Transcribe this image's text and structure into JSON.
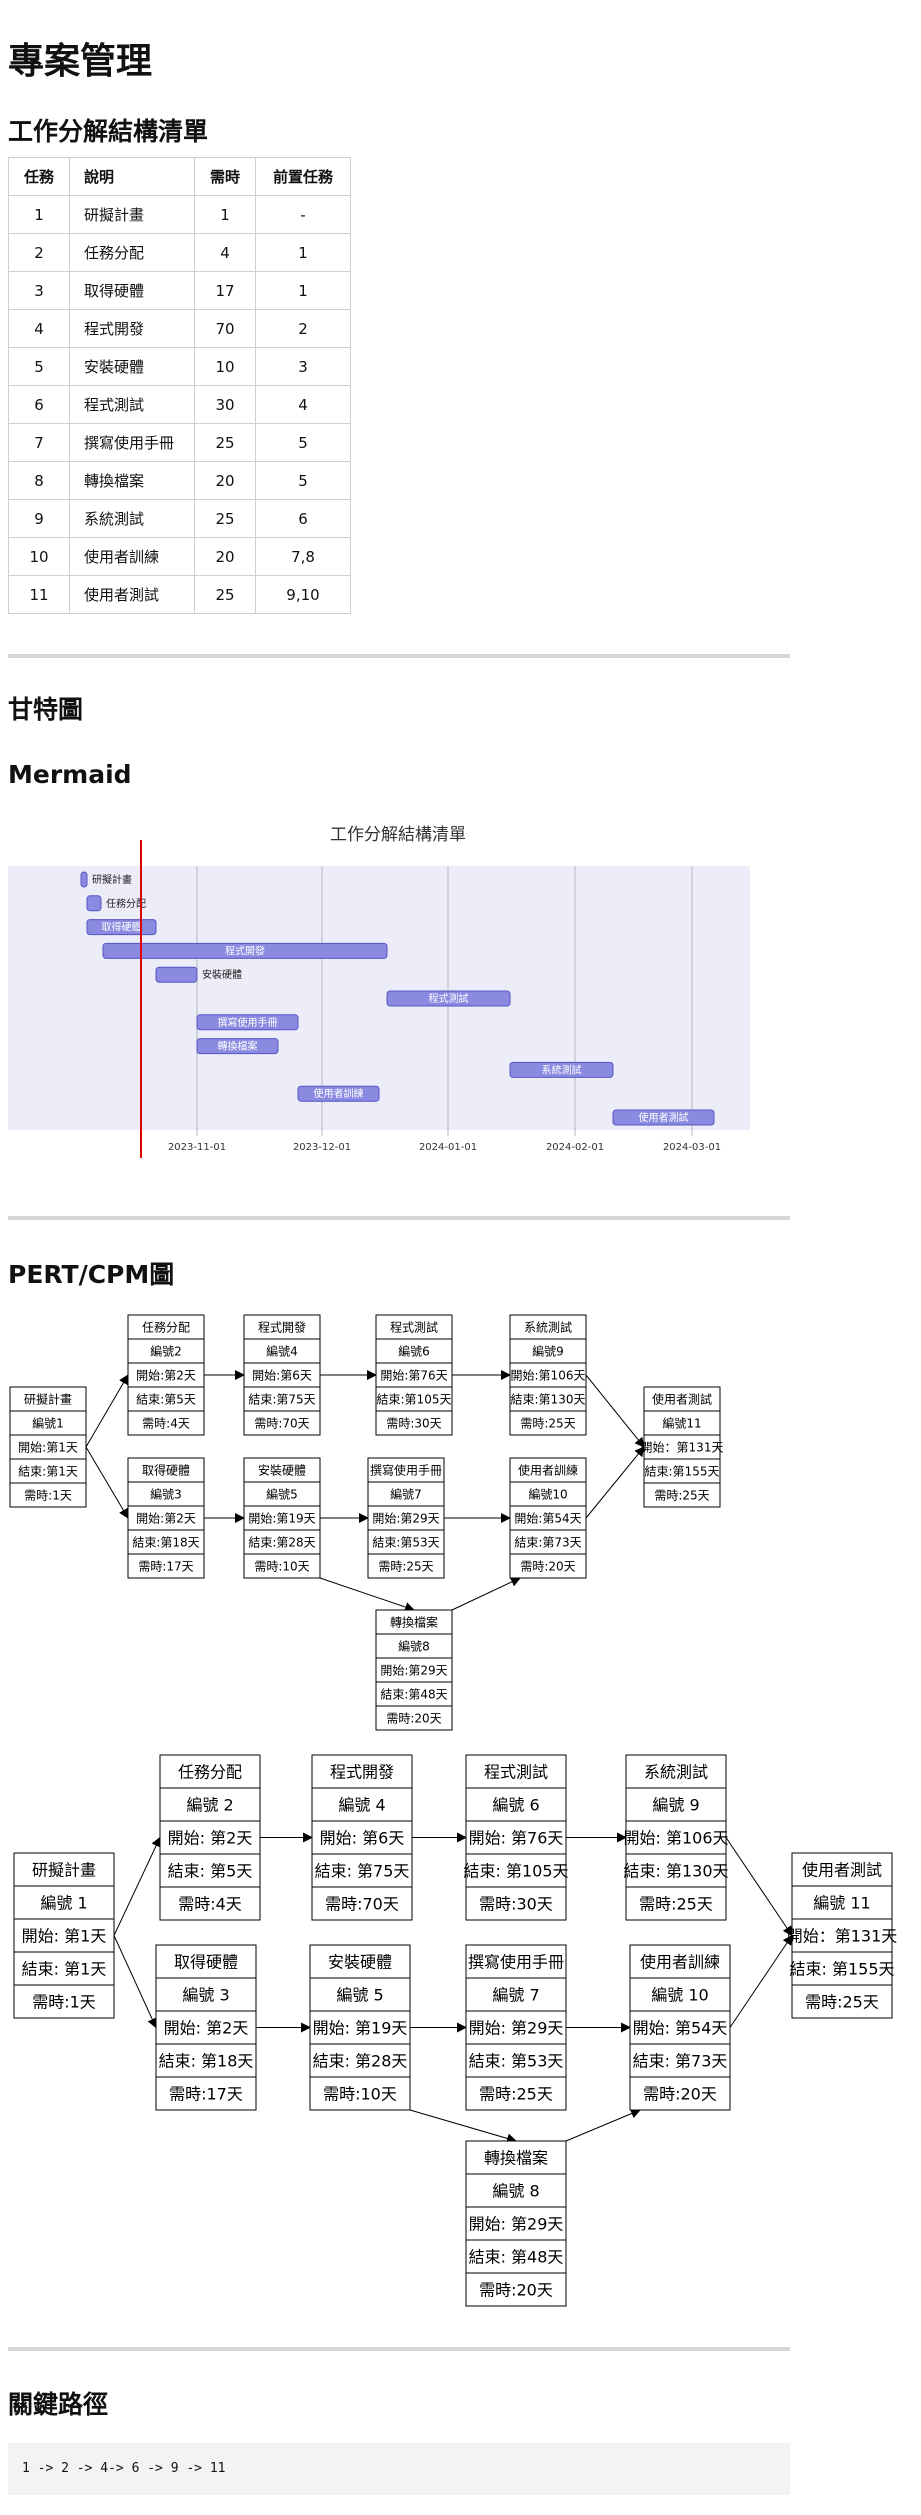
{
  "title": "專案管理",
  "wbs": {
    "heading": "工作分解結構清單",
    "columns": [
      "任務",
      "說明",
      "需時",
      "前置任務"
    ],
    "rows": [
      [
        "1",
        "研擬計畫",
        "1",
        "-"
      ],
      [
        "2",
        "任務分配",
        "4",
        "1"
      ],
      [
        "3",
        "取得硬體",
        "17",
        "1"
      ],
      [
        "4",
        "程式開發",
        "70",
        "2"
      ],
      [
        "5",
        "安裝硬體",
        "10",
        "3"
      ],
      [
        "6",
        "程式測試",
        "30",
        "4"
      ],
      [
        "7",
        "撰寫使用手冊",
        "25",
        "5"
      ],
      [
        "8",
        "轉換檔案",
        "20",
        "5"
      ],
      [
        "9",
        "系統測試",
        "25",
        "6"
      ],
      [
        "10",
        "使用者訓練",
        "20",
        "7,8"
      ],
      [
        "11",
        "使用者測試",
        "25",
        "9,10"
      ]
    ]
  },
  "gantt_heading": "甘特圖",
  "mermaid_heading": "Mermaid",
  "pert_heading": "PERT/CPM圖",
  "critical_heading": "關鍵路徑",
  "critical_path": "1 -> 2 -> 4-> 6 -> 9 -> 11",
  "colors": {
    "bar": "#8a8ae0",
    "bar_border": "#5555c4",
    "today_line": "#e00000",
    "gantt_bg": "#ededfa",
    "rule": "#d6d6d6"
  },
  "chart_data": {
    "type": "gantt",
    "title": "工作分解結構清單",
    "x_axis_ticks": [
      "2023-11-01",
      "2023-12-01",
      "2024-01-01",
      "2024-02-01",
      "2024-03-01"
    ],
    "tasks": [
      {
        "name": "研擬計畫",
        "row": 1,
        "label_inside": false
      },
      {
        "name": "任務分配",
        "row": 2,
        "label_inside": false
      },
      {
        "name": "取得硬體",
        "row": 3,
        "label_inside": true
      },
      {
        "name": "程式開發",
        "row": 4,
        "label_inside": true
      },
      {
        "name": "安裝硬體",
        "row": 5,
        "label_inside": false
      },
      {
        "name": "程式測試",
        "row": 6,
        "label_inside": true
      },
      {
        "name": "撰寫使用手冊",
        "row": 7,
        "label_inside": true
      },
      {
        "name": "轉換檔案",
        "row": 8,
        "label_inside": true
      },
      {
        "name": "系統測試",
        "row": 9,
        "label_inside": true
      },
      {
        "name": "使用者訓練",
        "row": 10,
        "label_inside": true
      },
      {
        "name": "使用者測試",
        "row": 11,
        "label_inside": true
      }
    ]
  },
  "pert_small": {
    "nodes": [
      {
        "id": 1,
        "lines": [
          "研擬計畫",
          "編號1",
          "開始:第1天",
          "結束:第1天",
          "需時:1天"
        ]
      },
      {
        "id": 2,
        "lines": [
          "任務分配",
          "編號2",
          "開始:第2天",
          "結束:第5天",
          "需時:4天"
        ]
      },
      {
        "id": 3,
        "lines": [
          "取得硬體",
          "編號3",
          "開始:第2天",
          "結束:第18天",
          "需時:17天"
        ]
      },
      {
        "id": 4,
        "lines": [
          "程式開發",
          "編號4",
          "開始:第6天",
          "結束:第75天",
          "需時:70天"
        ]
      },
      {
        "id": 5,
        "lines": [
          "安裝硬體",
          "編號5",
          "開始:第19天",
          "結束:第28天",
          "需時:10天"
        ]
      },
      {
        "id": 6,
        "lines": [
          "程式測試",
          "編號6",
          "開始:第76天",
          "結束:第105天",
          "需時:30天"
        ]
      },
      {
        "id": 7,
        "lines": [
          "撰寫使用手冊",
          "編號7",
          "開始:第29天",
          "結束:第53天",
          "需時:25天"
        ]
      },
      {
        "id": 8,
        "lines": [
          "轉換檔案",
          "編號8",
          "開始:第29天",
          "結束:第48天",
          "需時:20天"
        ]
      },
      {
        "id": 9,
        "lines": [
          "系統測試",
          "編號9",
          "開始:第106天",
          "結束:第130天",
          "需時:25天"
        ]
      },
      {
        "id": 10,
        "lines": [
          "使用者訓練",
          "編號10",
          "開始:第54天",
          "結束:第73天",
          "需時:20天"
        ]
      },
      {
        "id": 11,
        "lines": [
          "使用者測試",
          "編號11",
          "開始：第131天",
          "結束:第155天",
          "需時:25天"
        ]
      }
    ]
  },
  "pert_large": {
    "nodes": [
      {
        "id": 1,
        "lines": [
          "研擬計畫",
          "編號 1",
          "開始: 第1天",
          "結束: 第1天",
          "需時:1天"
        ]
      },
      {
        "id": 2,
        "lines": [
          "任務分配",
          "編號 2",
          "開始: 第2天",
          "結束: 第5天",
          "需時:4天"
        ]
      },
      {
        "id": 3,
        "lines": [
          "取得硬體",
          "編號 3",
          "開始: 第2天",
          "結束: 第18天",
          "需時:17天"
        ]
      },
      {
        "id": 4,
        "lines": [
          "程式開發",
          "編號 4",
          "開始: 第6天",
          "結束: 第75天",
          "需時:70天"
        ]
      },
      {
        "id": 5,
        "lines": [
          "安裝硬體",
          "編號 5",
          "開始: 第19天",
          "結束: 第28天",
          "需時:10天"
        ]
      },
      {
        "id": 6,
        "lines": [
          "程式測試",
          "編號 6",
          "開始: 第76天",
          "結束: 第105天",
          "需時:30天"
        ]
      },
      {
        "id": 7,
        "lines": [
          "撰寫使用手冊",
          "編號 7",
          "開始: 第29天",
          "結束: 第53天",
          "需時:25天"
        ]
      },
      {
        "id": 8,
        "lines": [
          "轉換檔案",
          "編號 8",
          "開始: 第29天",
          "結束: 第48天",
          "需時:20天"
        ]
      },
      {
        "id": 9,
        "lines": [
          "系統測試",
          "編號 9",
          "開始: 第106天",
          "結束: 第130天",
          "需時:25天"
        ]
      },
      {
        "id": 10,
        "lines": [
          "使用者訓練",
          "編號 10",
          "開始: 第54天",
          "結束: 第73天",
          "需時:20天"
        ]
      },
      {
        "id": 11,
        "lines": [
          "使用者測試",
          "編號 11",
          "開始：第131天",
          "結束: 第155天",
          "需時:25天"
        ]
      }
    ]
  },
  "edges": [
    [
      1,
      2
    ],
    [
      1,
      3
    ],
    [
      2,
      4
    ],
    [
      3,
      5
    ],
    [
      4,
      6
    ],
    [
      5,
      7
    ],
    [
      5,
      8
    ],
    [
      6,
      9
    ],
    [
      7,
      10
    ],
    [
      8,
      10
    ],
    [
      9,
      11
    ],
    [
      10,
      11
    ]
  ]
}
